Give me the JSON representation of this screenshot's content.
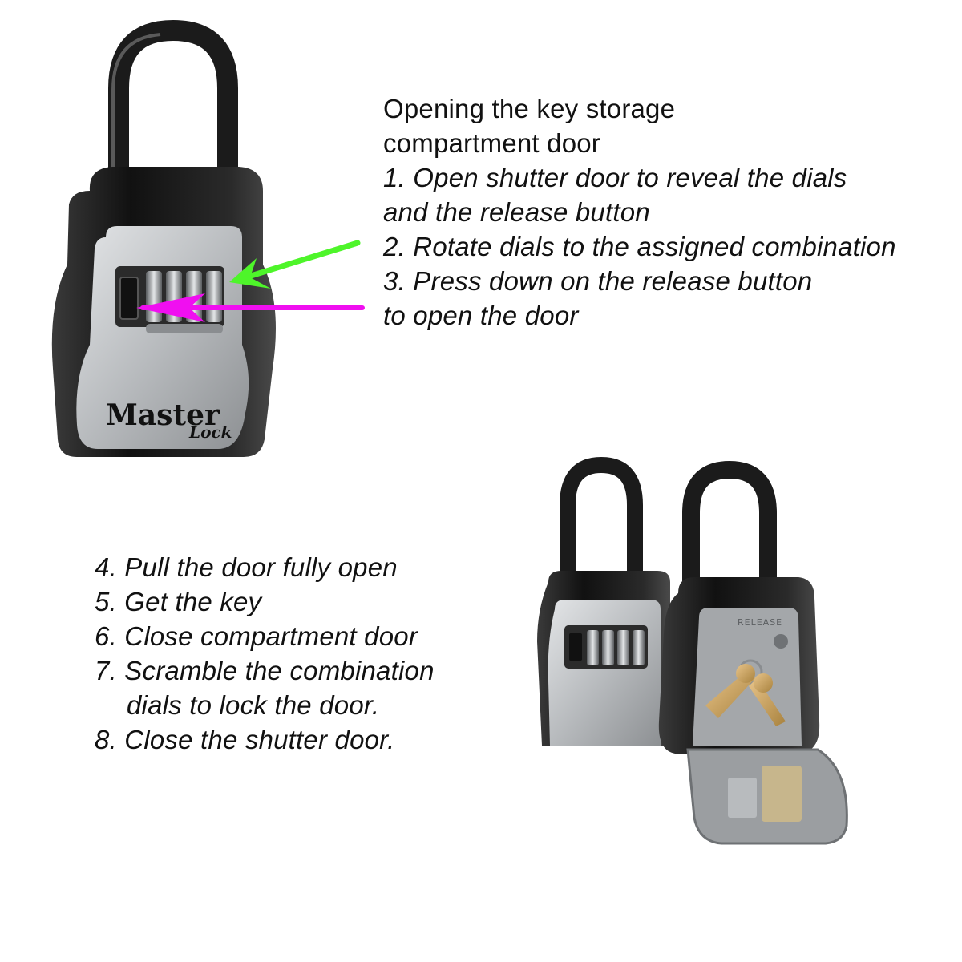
{
  "instructions_top": {
    "heading_line1": "Opening the key storage",
    "heading_line2": "compartment door",
    "step1_line1": "1. Open shutter door to reveal the dials",
    "step1_line2": "and the release button",
    "step2": "2. Rotate dials to the assigned combination",
    "step3_line1": "3. Press down on the release button",
    "step3_line2": "to open the door"
  },
  "instructions_bottom": {
    "step4": "4. Pull the door fully open",
    "step5": "5. Get the key",
    "step6": "6. Close compartment door",
    "step7_line1": "7. Scramble the combination",
    "step7_line2": "dials to lock the door.",
    "step8": "8. Close the shutter door."
  },
  "brand": {
    "name_line1": "Master",
    "name_line2": "Lock",
    "release_label": "RELEASE"
  },
  "colors": {
    "dial_arrow": "#4ef52a",
    "button_arrow": "#f00ff0",
    "lock_body": "#1a1a1a",
    "lock_face": "#b9bcbf"
  }
}
